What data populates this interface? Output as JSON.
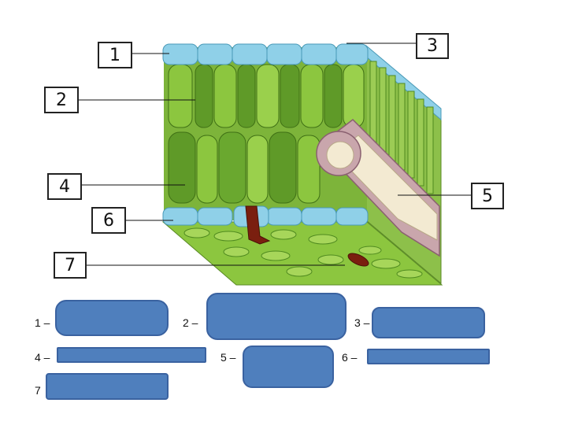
{
  "labels": [
    "1",
    "2",
    "3",
    "4",
    "5",
    "6",
    "7"
  ],
  "answers": [
    "1 –",
    "2 –",
    "3 –",
    "4 –",
    "5 –",
    "6 –",
    "7"
  ],
  "colors": {
    "epidermis": "#7ec8e3",
    "palisade": "#7fbf3a",
    "palisade_dark": "#4f8a1f",
    "spongy": "#8cc63f",
    "vein_outer": "#c9a6ac",
    "vein_inner": "#f3ead2",
    "stoma": "#7a1f0f",
    "answer_box": "#4f7fbd"
  }
}
